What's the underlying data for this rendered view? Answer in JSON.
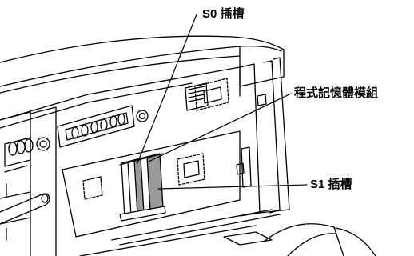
{
  "callouts": {
    "s0_slot": "S0 插槽",
    "memory_module": "程式記憶體模組",
    "s1_slot": "S1 插槽"
  },
  "colors": {
    "line": "#000000",
    "fill": "#ffffff",
    "module_fill": "#9a9a9a"
  }
}
